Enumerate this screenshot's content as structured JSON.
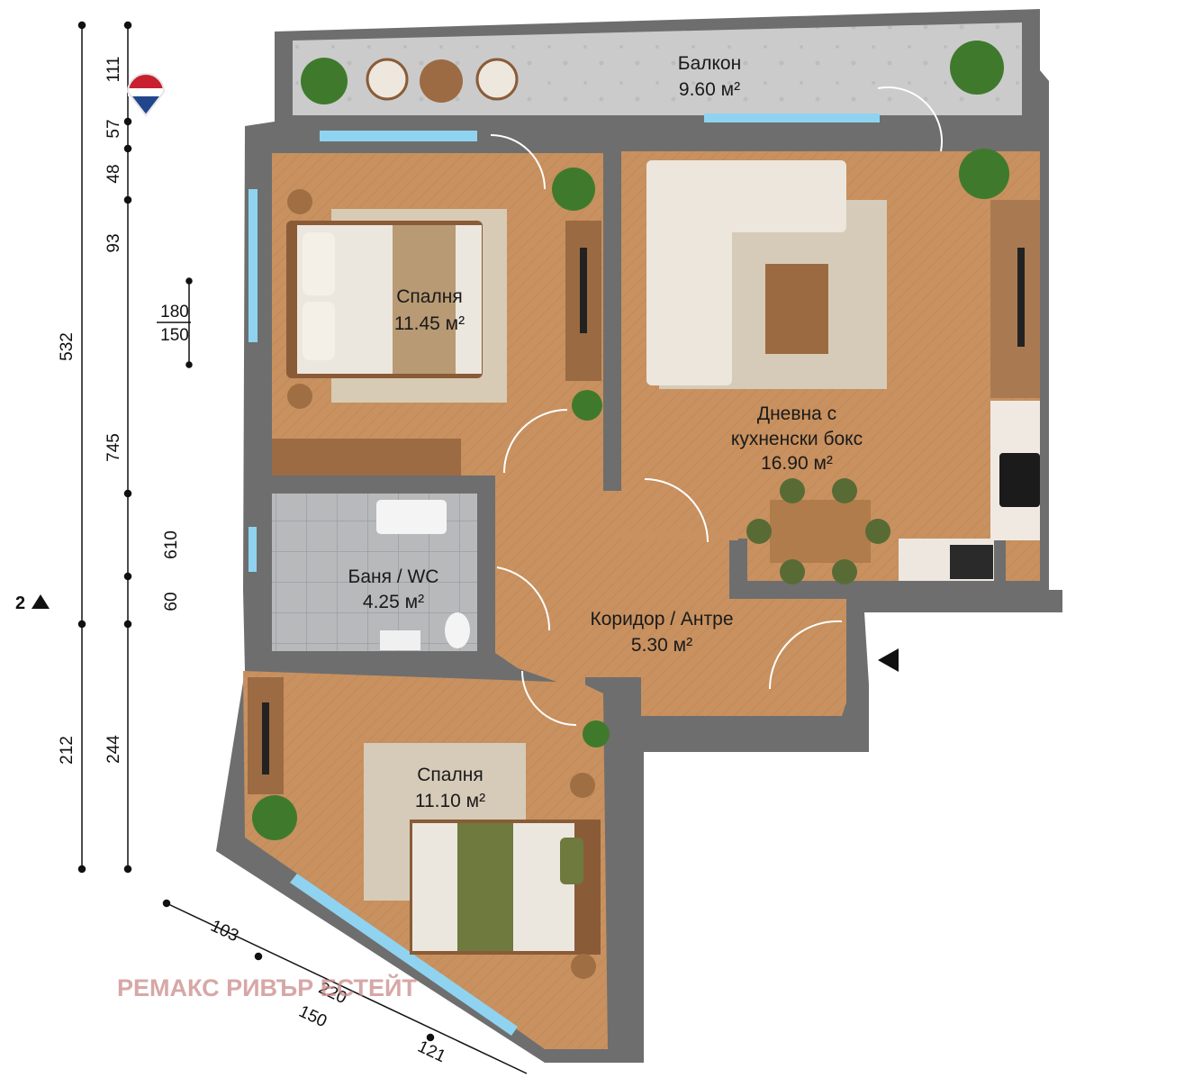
{
  "rooms": {
    "balcony": {
      "name": "Балкон",
      "area": "9.60 м²"
    },
    "bedroom1": {
      "name": "Спалня",
      "area": "11.45 м²"
    },
    "living": {
      "line1": "Дневна с",
      "line2": "кухненски бокс",
      "area": "16.90 м²"
    },
    "bathroom": {
      "name": "Баня / WC",
      "area": "4.25 м²"
    },
    "corridor": {
      "name": "Коридор / Антре",
      "area": "5.30 м²"
    },
    "bedroom2": {
      "name": "Спалня",
      "area": "11.10 м²"
    }
  },
  "dimensions": {
    "outer_left": [
      "532",
      "212"
    ],
    "inner_left": [
      "111",
      "57",
      "48",
      "93",
      "745",
      "610",
      "60",
      "244"
    ],
    "window_height_top": "180",
    "window_height_bottom": "150",
    "diagonal": [
      "103",
      "220",
      "150",
      "121"
    ]
  },
  "markers": {
    "section": "2",
    "section_icon": "triangle-up-icon",
    "entrance_icon": "triangle-left-icon"
  },
  "flag": {
    "icon": "flag-icon",
    "colors": [
      "#c8202f",
      "#ffffff",
      "#21468b"
    ]
  },
  "watermark": "РЕМАКС РИВЪР ЕСТЕЙТ",
  "colors": {
    "wall": "#6f6f6f",
    "floor": "#c9946a",
    "balcony_floor": "#cfcfcf",
    "bath_floor": "#a9abad",
    "window": "#8fd3f0",
    "plant": "#3f7a2c",
    "sofa": "#ece6dc"
  }
}
